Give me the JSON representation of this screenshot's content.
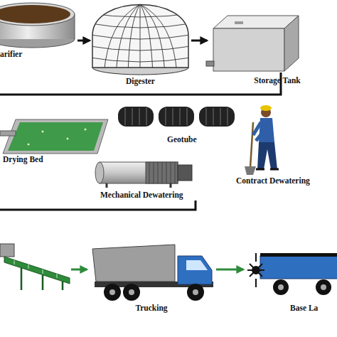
{
  "diagram": {
    "nodes": [
      {
        "text": [
          "arifier"
        ]
      },
      {
        "text": [
          "Digester"
        ]
      },
      {
        "text": [
          "Storage Tank"
        ]
      },
      {
        "text": [
          "Drying Bed"
        ]
      },
      {
        "text": [
          "Geotube"
        ]
      },
      {
        "text": [
          "Contract Dewatering"
        ]
      },
      {
        "text": [
          "Mechanical Dewatering"
        ]
      },
      {
        "text": [
          "Trucking"
        ]
      },
      {
        "text": [
          "Base La"
        ]
      }
    ],
    "edges": [
      {
        "from": 0,
        "to": 1,
        "arrow": "to"
      },
      {
        "from": 1,
        "to": 2,
        "arrow": "to"
      },
      {
        "from": 7,
        "to": 8,
        "arrow": "to"
      }
    ]
  }
}
